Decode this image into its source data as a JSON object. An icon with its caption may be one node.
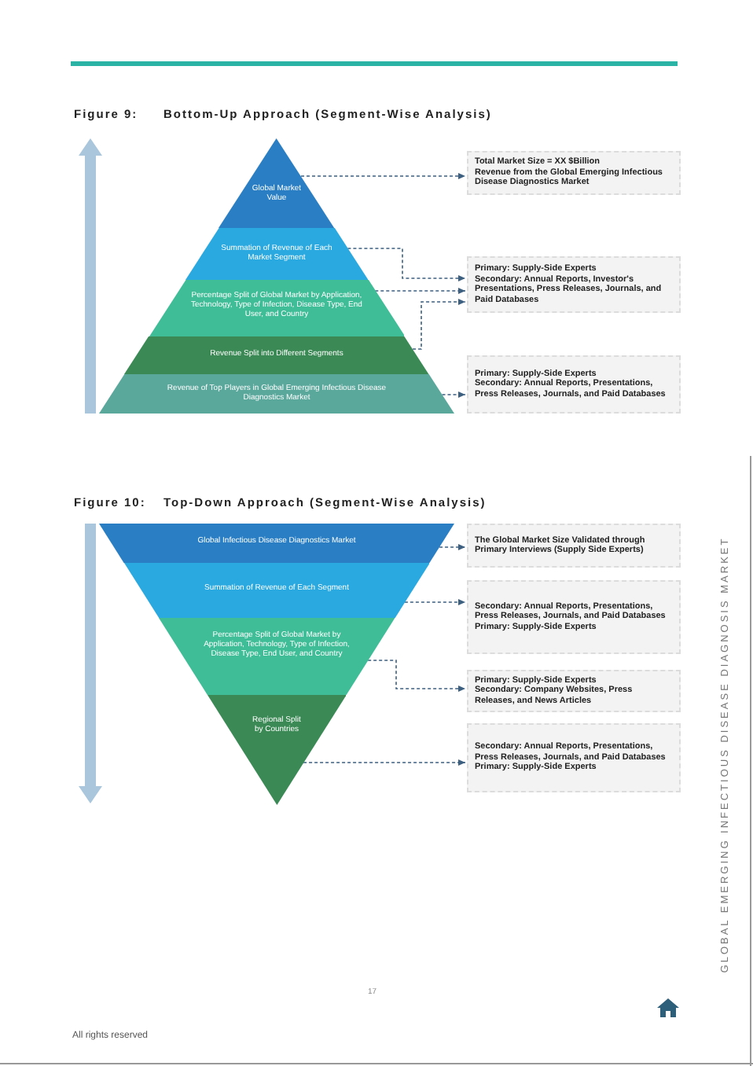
{
  "diagram": {
    "nodes": [
      {
        "text": [
          "Global Market Value"
        ]
      },
      {
        "text": [
          "Summation of Revenue of Each Market Segment"
        ]
      },
      {
        "text": [
          "Percentage Split of Global Market by Application, Technology, Type of Infection, Disease Type, End User, and Country"
        ]
      },
      {
        "text": [
          "Revenue Split into Different Segments"
        ]
      },
      {
        "text": [
          "Revenue of Top Players in Global Emerging Infectious Disease Diagnostics Market"
        ]
      },
      {
        "text": [
          "Total Market Size = XX $Billion",
          "Revenue from the Global Emerging Infectious Disease Diagnostics Market"
        ]
      },
      {
        "text": [
          "Primary: Supply-Side Experts",
          "Secondary: Annual Reports, Investor's Presentations, Press Releases, Journals, and Paid Databases"
        ]
      },
      {
        "text": [
          "Primary: Supply-Side Experts",
          "Secondary: Annual Reports, Presentations, Press Releases, Journals, and Paid Databases"
        ]
      },
      {
        "text": [
          "Global Infectious Disease Diagnostics Market"
        ]
      },
      {
        "text": [
          "Summation of Revenue of Each Segment"
        ]
      },
      {
        "text": [
          "Percentage Split of Global Market by Application, Technology, Type of Infection, Disease Type, End User, and Country"
        ]
      },
      {
        "text": [
          "Regional Split by Countries"
        ]
      },
      {
        "text": [
          "The Global Market Size Validated through Primary Interviews (Supply Side Experts)"
        ]
      },
      {
        "text": [
          "Secondary: Annual Reports, Presentations, Press Releases, Journals, and Paid Databases",
          "Primary: Supply-Side Experts"
        ]
      },
      {
        "text": [
          "Primary: Supply-Side Experts",
          "Secondary: Company Websites, Press Releases, and News Articles"
        ]
      },
      {
        "text": [
          "Secondary: Annual Reports, Presentations, Press Releases, Journals, and Paid Databases",
          "Primary: Supply-Side Experts"
        ]
      }
    ],
    "edges": [
      {
        "from": 0,
        "to": 5,
        "arrow": "to",
        "style": "dashed"
      },
      {
        "from": 1,
        "to": 6,
        "arrow": "to",
        "style": "dashed"
      },
      {
        "from": 2,
        "to": 6,
        "arrow": "to",
        "style": "dashed"
      },
      {
        "from": 3,
        "to": 6,
        "arrow": "to",
        "style": "dashed"
      },
      {
        "from": 4,
        "to": 7,
        "arrow": "to",
        "style": "dashed"
      },
      {
        "from": 8,
        "to": 12,
        "arrow": "to",
        "style": "dashed"
      },
      {
        "from": 9,
        "to": 13,
        "arrow": "to",
        "style": "dashed"
      },
      {
        "from": 10,
        "to": 14,
        "arrow": "to",
        "style": "dashed"
      },
      {
        "from": 11,
        "to": 15,
        "arrow": "to",
        "style": "dashed"
      }
    ],
    "labels": [
      "Figure 9:",
      "Bottom-Up Approach (Segment-Wise Analysis)",
      "Figure 10:",
      "Top-Down Approach (Segment-Wise Analysis)",
      "GLOBAL EMERGING INFECTIOUS DISEASE DIAGNOSIS MARKET",
      "17",
      "All rights reserved"
    ]
  }
}
